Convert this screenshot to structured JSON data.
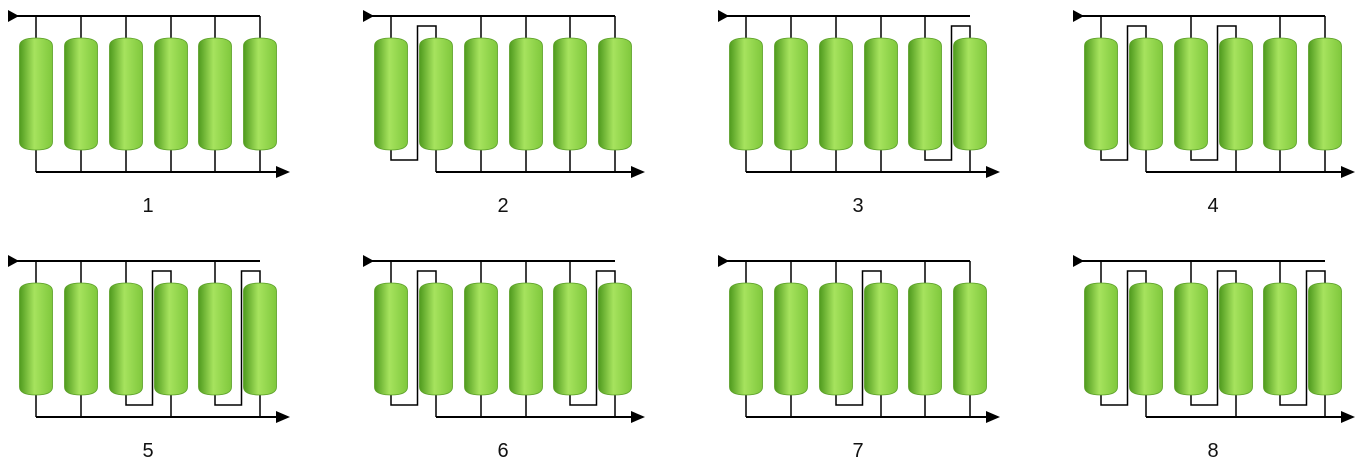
{
  "colors": {
    "vessel_light": "#a6e35e",
    "vessel_mid": "#7fc83c",
    "vessel_dark": "#4f9a1e",
    "pipe": "#000000",
    "background": "#ffffff"
  },
  "configurations": [
    {
      "label": "1",
      "series_pairs": []
    },
    {
      "label": "2",
      "series_pairs": [
        [
          1,
          2
        ]
      ]
    },
    {
      "label": "3",
      "series_pairs": [
        [
          5,
          6
        ]
      ]
    },
    {
      "label": "4",
      "series_pairs": [
        [
          1,
          2
        ],
        [
          3,
          4
        ]
      ]
    },
    {
      "label": "5",
      "series_pairs": [
        [
          3,
          4
        ],
        [
          5,
          6
        ]
      ]
    },
    {
      "label": "6",
      "series_pairs": [
        [
          1,
          2
        ],
        [
          5,
          6
        ]
      ]
    },
    {
      "label": "7",
      "series_pairs": [
        [
          3,
          4
        ]
      ]
    },
    {
      "label": "8",
      "series_pairs": [
        [
          1,
          2
        ],
        [
          3,
          4
        ],
        [
          5,
          6
        ]
      ]
    }
  ]
}
